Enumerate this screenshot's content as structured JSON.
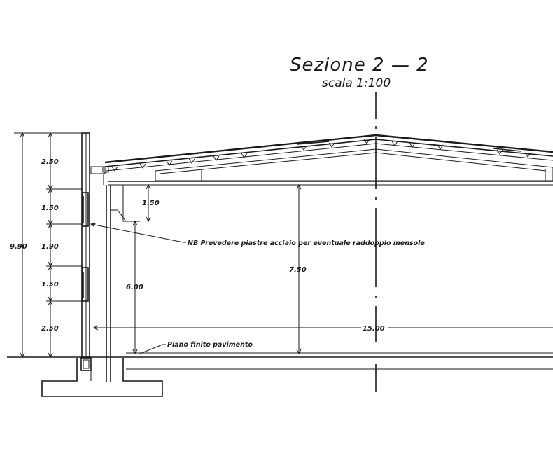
{
  "title": "Sezione 2 — 2",
  "subtitle": "scala 1:100",
  "dimensions": {
    "left_total": "9.90",
    "seg_1": "2.50",
    "seg_2": "1.50",
    "seg_3": "1.90",
    "seg_4": "1.50",
    "seg_5": "2.50",
    "beam_height": "1.50",
    "corbel_height": "6.00",
    "clear_height": "7.50",
    "span": "15.00"
  },
  "notes": {
    "steel_plates": "NB Prevedere piastre acciaio per eventuale raddoppio mensole",
    "floor_level": "Piano finito pavimento"
  }
}
